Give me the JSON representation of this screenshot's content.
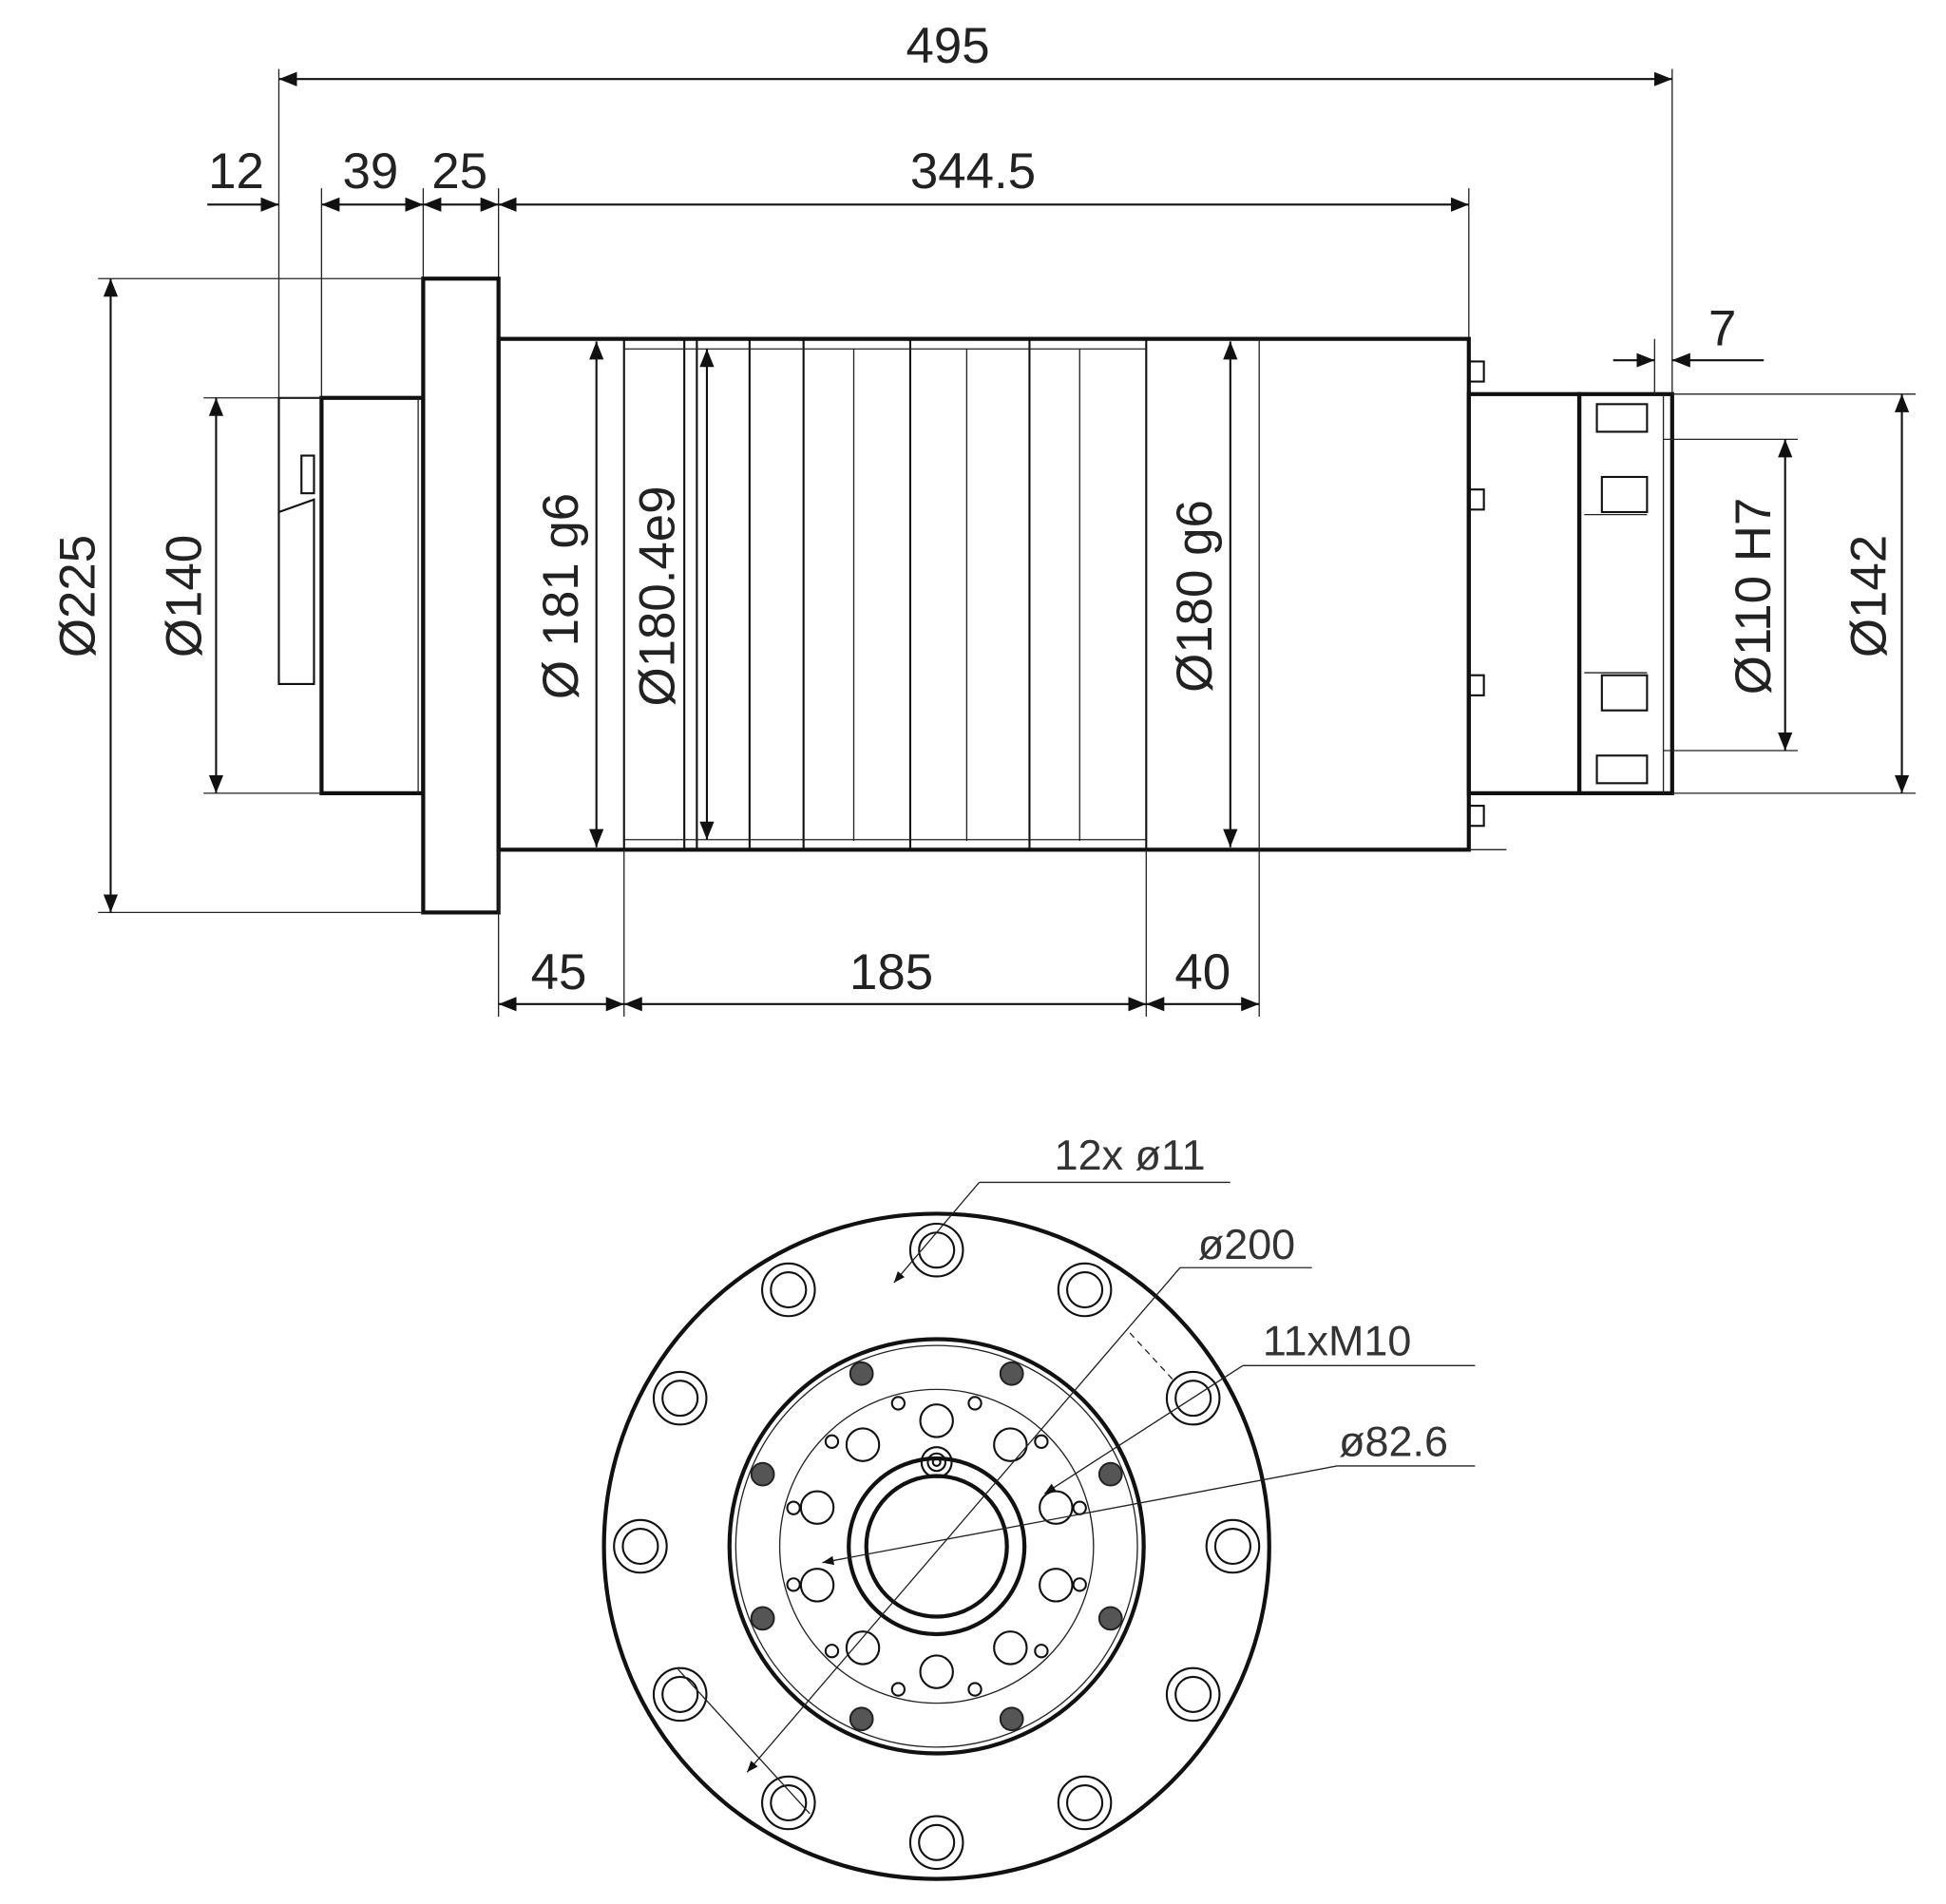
{
  "side_view": {
    "overall_length": "495",
    "dim_12": "12",
    "dim_39": "39",
    "dim_25": "25",
    "dim_344_5": "344.5",
    "dim_7": "7",
    "dim_45": "45",
    "dim_185": "185",
    "dim_40": "40",
    "dia_225": "Ø225",
    "dia_140": "Ø140",
    "dia_181": "Ø 181 g6",
    "dia_180_4": "Ø180.4e9",
    "dia_180": "Ø180 g6",
    "dia_110": "Ø110 H7",
    "dia_142": "Ø142"
  },
  "front_view": {
    "holes_label": "12x ø11",
    "bolt_circle_label": "ø200",
    "threads_label": "11xM10",
    "inner_circle_label": "ø82.6"
  }
}
